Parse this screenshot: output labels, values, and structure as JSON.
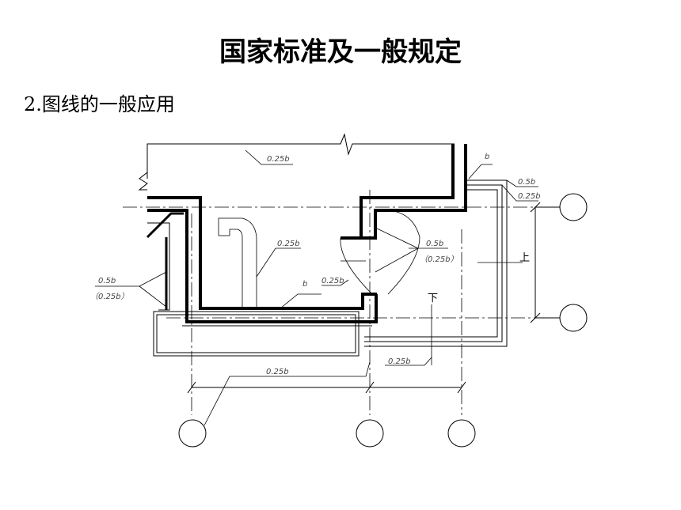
{
  "title": "国家标准及一般规定",
  "subtitle": "2.图线的一般应用",
  "labels": {
    "top_wall": "0.25b",
    "b_right": "b",
    "half_b_right": "0.5b",
    "quarter_b_right": "0.25b",
    "left_half_b": "0.5b",
    "left_quarter_b": "（0.25b）",
    "inner_wall": "0.25b",
    "door_half_b": "0.5b",
    "door_quarter_b": "（0.25b）",
    "door_line": "0.25b",
    "b_bottom": "b",
    "bottom_dim": "0.25b",
    "stair_line": "0.25b",
    "stair_up": "上",
    "stair_down": "下"
  }
}
